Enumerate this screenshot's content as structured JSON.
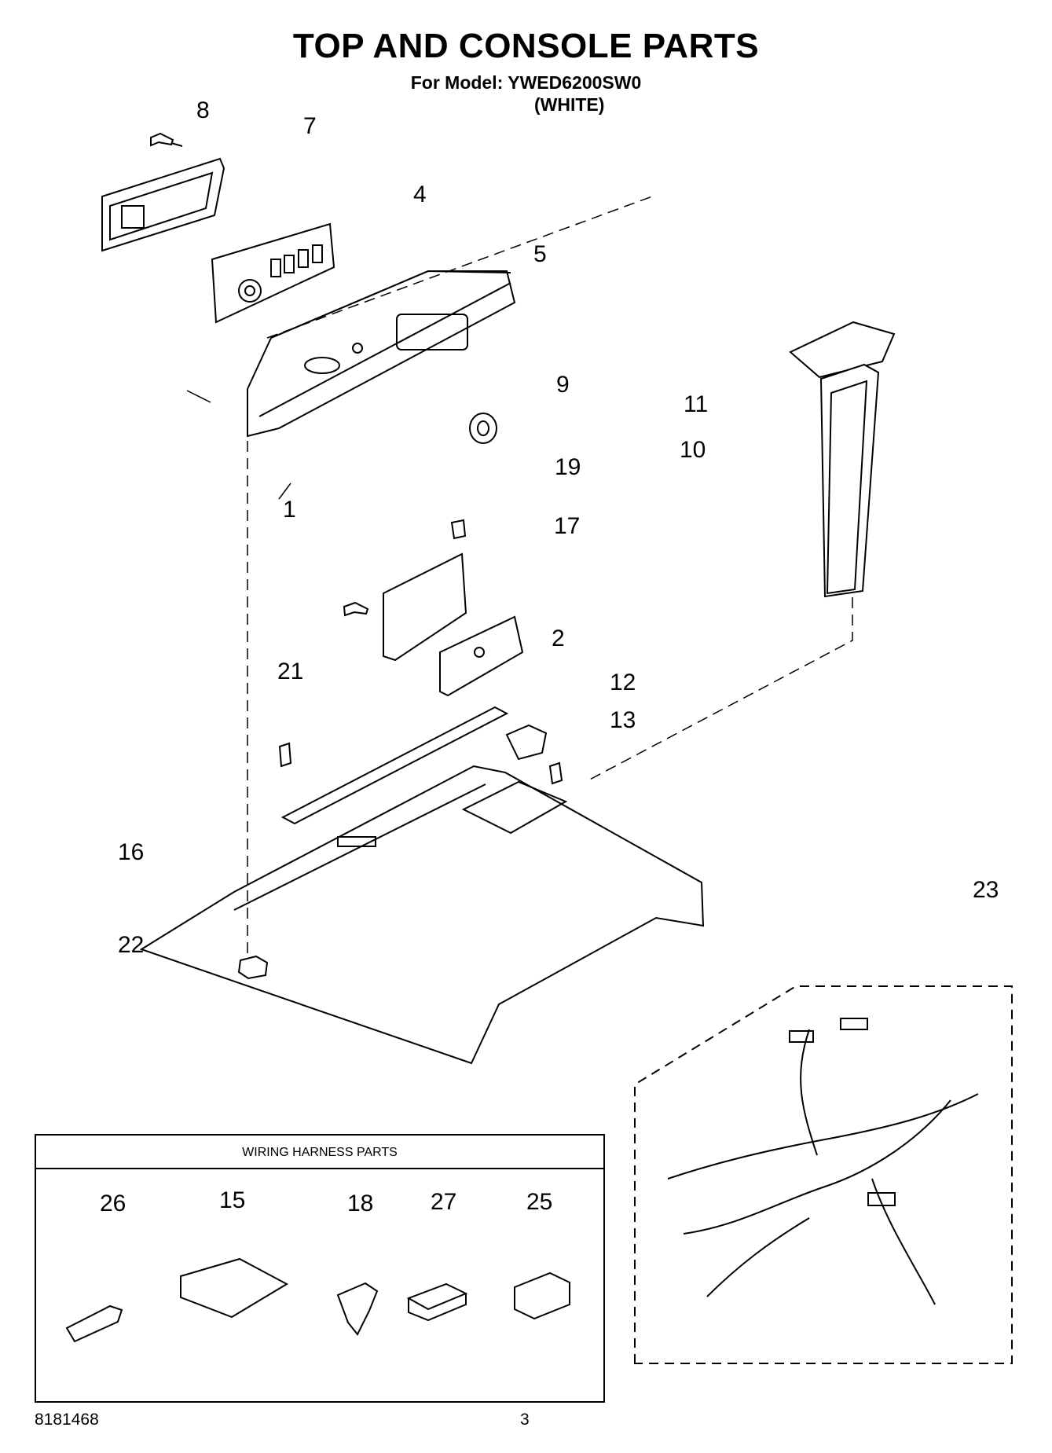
{
  "header": {
    "title": "TOP AND CONSOLE PARTS",
    "model_line": "For Model: YWED6200SW0",
    "color": "(WHITE)"
  },
  "callouts": [
    "8",
    "7",
    "4",
    "5",
    "9",
    "11",
    "10",
    "19",
    "1",
    "17",
    "2",
    "21",
    "12",
    "13",
    "16",
    "22",
    "23"
  ],
  "harness_box": {
    "title": "WIRING HARNESS PARTS",
    "items": [
      "26",
      "15",
      "18",
      "27",
      "25"
    ]
  },
  "footer": {
    "part_number": "8181468",
    "page_number": "3"
  }
}
